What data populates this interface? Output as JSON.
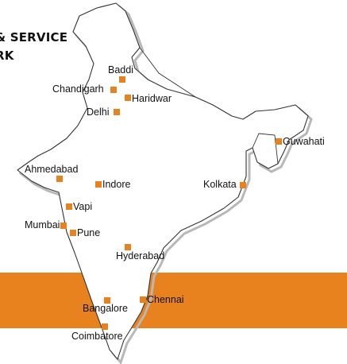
{
  "title": {
    "line1": "& SERVICE",
    "line2": "RK"
  },
  "colors": {
    "band": "#e8821e",
    "marker": "#e8821e",
    "outline": "#333333",
    "shadow": "#b8b8b8"
  },
  "cities": [
    {
      "id": "baddi",
      "label": "Baddi"
    },
    {
      "id": "chandigarh",
      "label": "Chandigarh"
    },
    {
      "id": "haridwar",
      "label": "Haridwar"
    },
    {
      "id": "delhi",
      "label": "Delhi"
    },
    {
      "id": "guwahati",
      "label": "Guwahati"
    },
    {
      "id": "ahmedabad",
      "label": "Ahmedabad"
    },
    {
      "id": "indore",
      "label": "Indore"
    },
    {
      "id": "kolkata",
      "label": "Kolkata"
    },
    {
      "id": "vapi",
      "label": "Vapi"
    },
    {
      "id": "mumbai",
      "label": "Mumbai"
    },
    {
      "id": "pune",
      "label": "Pune"
    },
    {
      "id": "hyderabad",
      "label": "Hyderabad"
    },
    {
      "id": "chennai",
      "label": "Chennai"
    },
    {
      "id": "bangalore",
      "label": "Bangalore"
    },
    {
      "id": "coimbatore",
      "label": "Coimbatore"
    }
  ]
}
